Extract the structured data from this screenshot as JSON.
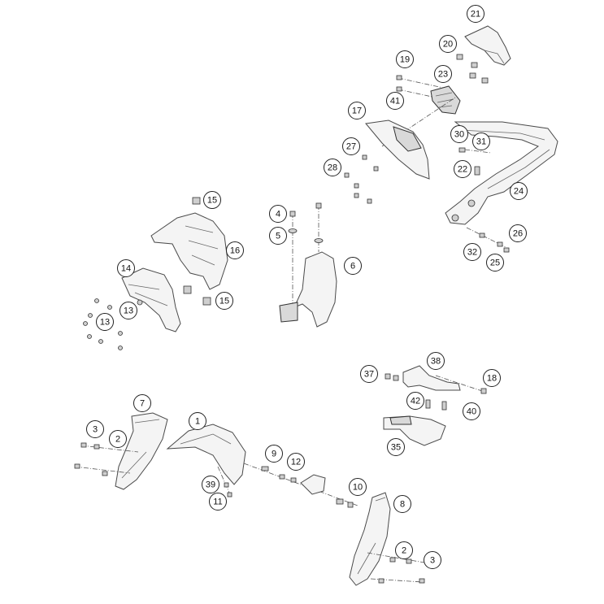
{
  "diagram": {
    "callouts": [
      "21",
      "20",
      "19",
      "23",
      "41",
      "17",
      "30",
      "31",
      "27",
      "28",
      "22",
      "24",
      "15",
      "16",
      "4",
      "5",
      "6",
      "14",
      "15",
      "13",
      "13",
      "32",
      "26",
      "25",
      "37",
      "38",
      "18",
      "42",
      "40",
      "35",
      "7",
      "1",
      "3",
      "2",
      "9",
      "12",
      "39",
      "11",
      "10",
      "8",
      "2",
      "3"
    ]
  },
  "colors": {
    "line": "#4a4a4a",
    "fill": "#f4f4f4",
    "background": "#ffffff"
  }
}
